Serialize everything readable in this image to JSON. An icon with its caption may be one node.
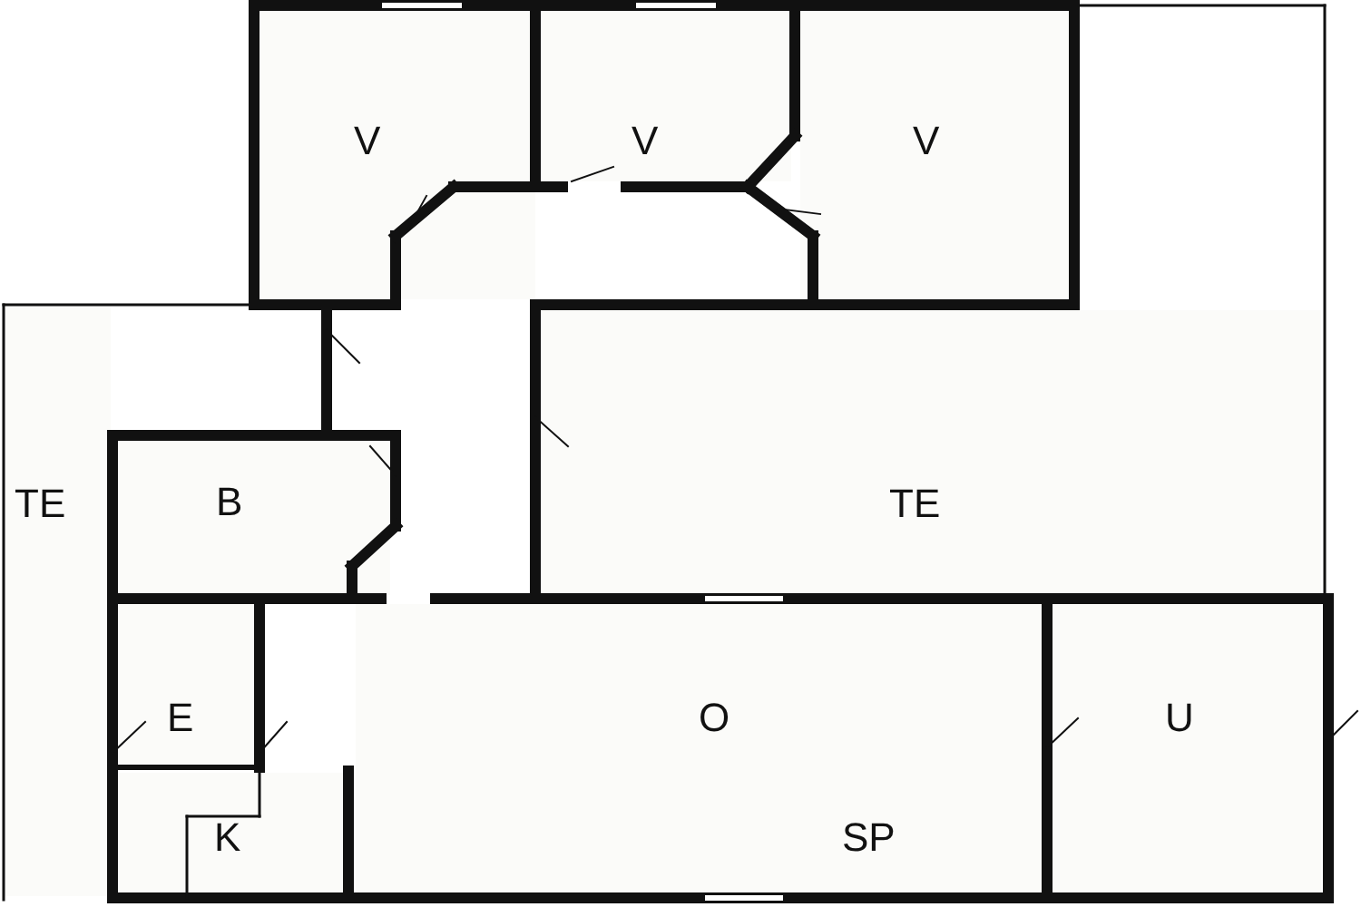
{
  "diagram": {
    "nodes": [
      {
        "text": [
          "V"
        ]
      },
      {
        "text": [
          "V"
        ]
      },
      {
        "text": [
          "V"
        ]
      },
      {
        "text": [
          "TE"
        ]
      },
      {
        "text": [
          "B"
        ]
      },
      {
        "text": [
          "TE"
        ]
      },
      {
        "text": [
          "E"
        ]
      },
      {
        "text": [
          "O",
          "SP"
        ]
      },
      {
        "text": [
          "U"
        ]
      },
      {
        "text": [
          "K"
        ]
      }
    ]
  }
}
